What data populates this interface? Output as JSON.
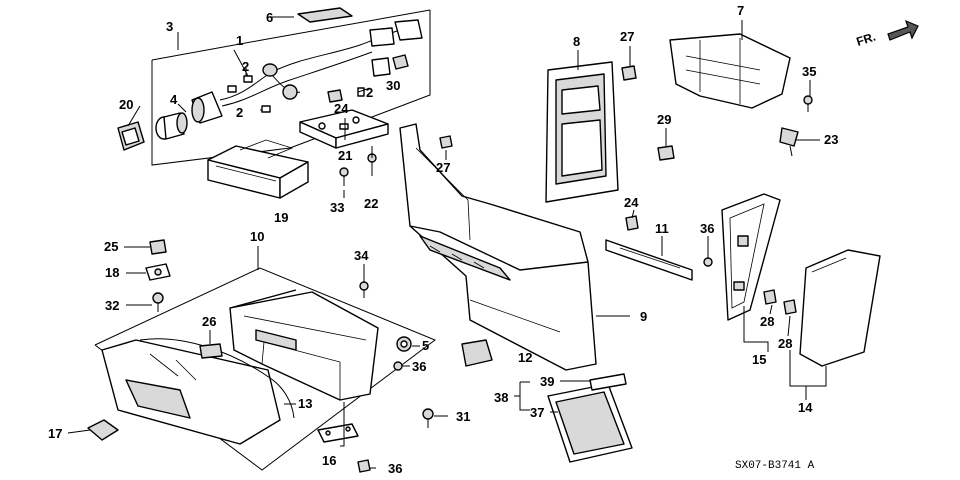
{
  "callouts": [
    {
      "id": "c1",
      "label": "1"
    },
    {
      "id": "c2a",
      "label": "2"
    },
    {
      "id": "c2b",
      "label": "2"
    },
    {
      "id": "c2c",
      "label": "2"
    },
    {
      "id": "c3",
      "label": "3"
    },
    {
      "id": "c4",
      "label": "4"
    },
    {
      "id": "c5",
      "label": "5"
    },
    {
      "id": "c6",
      "label": "6"
    },
    {
      "id": "c7",
      "label": "7"
    },
    {
      "id": "c8",
      "label": "8"
    },
    {
      "id": "c9",
      "label": "9"
    },
    {
      "id": "c10",
      "label": "10"
    },
    {
      "id": "c11",
      "label": "11"
    },
    {
      "id": "c12",
      "label": "12"
    },
    {
      "id": "c13",
      "label": "13"
    },
    {
      "id": "c14",
      "label": "14"
    },
    {
      "id": "c15",
      "label": "15"
    },
    {
      "id": "c16",
      "label": "16"
    },
    {
      "id": "c17",
      "label": "17"
    },
    {
      "id": "c18",
      "label": "18"
    },
    {
      "id": "c19",
      "label": "19"
    },
    {
      "id": "c20",
      "label": "20"
    },
    {
      "id": "c21",
      "label": "21"
    },
    {
      "id": "c22",
      "label": "22"
    },
    {
      "id": "c23",
      "label": "23"
    },
    {
      "id": "c24a",
      "label": "24"
    },
    {
      "id": "c24b",
      "label": "24"
    },
    {
      "id": "c25",
      "label": "25"
    },
    {
      "id": "c26",
      "label": "26"
    },
    {
      "id": "c27a",
      "label": "27"
    },
    {
      "id": "c27b",
      "label": "27"
    },
    {
      "id": "c28a",
      "label": "28"
    },
    {
      "id": "c28b",
      "label": "28"
    },
    {
      "id": "c29",
      "label": "29"
    },
    {
      "id": "c30",
      "label": "30"
    },
    {
      "id": "c31",
      "label": "31"
    },
    {
      "id": "c32",
      "label": "32"
    },
    {
      "id": "c33",
      "label": "33"
    },
    {
      "id": "c34",
      "label": "34"
    },
    {
      "id": "c35",
      "label": "35"
    },
    {
      "id": "c36a",
      "label": "36"
    },
    {
      "id": "c36b",
      "label": "36"
    },
    {
      "id": "c36c",
      "label": "36"
    },
    {
      "id": "c37",
      "label": "37"
    },
    {
      "id": "c38",
      "label": "38"
    },
    {
      "id": "c39",
      "label": "39"
    }
  ],
  "direction_label": "FR.",
  "drawing_code": "SX07-B3741 A",
  "icons": {
    "direction_arrow": "forward-arrow-icon"
  }
}
